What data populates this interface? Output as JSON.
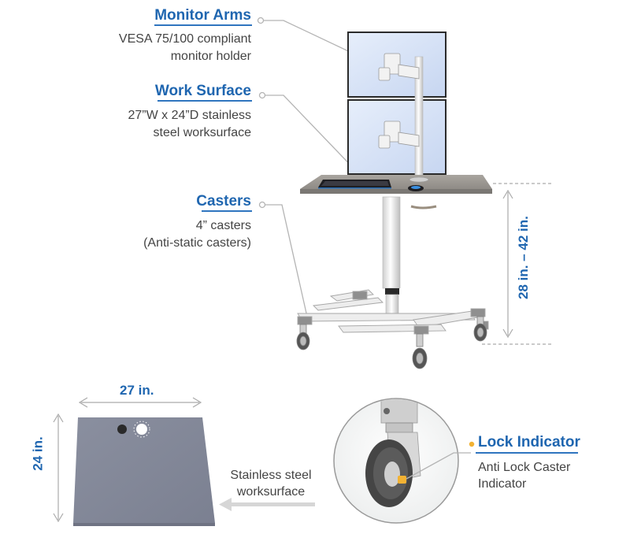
{
  "callouts": {
    "monitor_arms": {
      "title": "Monitor Arms",
      "desc_line1": "VESA 75/100 compliant",
      "desc_line2": "monitor holder"
    },
    "work_surface": {
      "title": "Work Surface",
      "desc_line1": "27”W x 24”D stainless",
      "desc_line2": "steel worksurface"
    },
    "casters": {
      "title": "Casters",
      "desc_line1": "4” casters",
      "desc_line2": "(Anti-static casters)"
    },
    "lock_indicator": {
      "title": "Lock Indicator",
      "desc_line1": "Anti Lock Caster",
      "desc_line2": "Indicator"
    }
  },
  "dimensions": {
    "height_range": "28 in. – 42 in.",
    "width": "27 in.",
    "depth": "24 in."
  },
  "worksurface_caption": {
    "line1": "Stainless steel",
    "line2": "worksurface"
  },
  "colors": {
    "accent_blue": "#1f66b0",
    "leader_gray": "#b0b0b0",
    "steel_gray": "#858a9a",
    "frame_white": "#e8e8e8"
  }
}
